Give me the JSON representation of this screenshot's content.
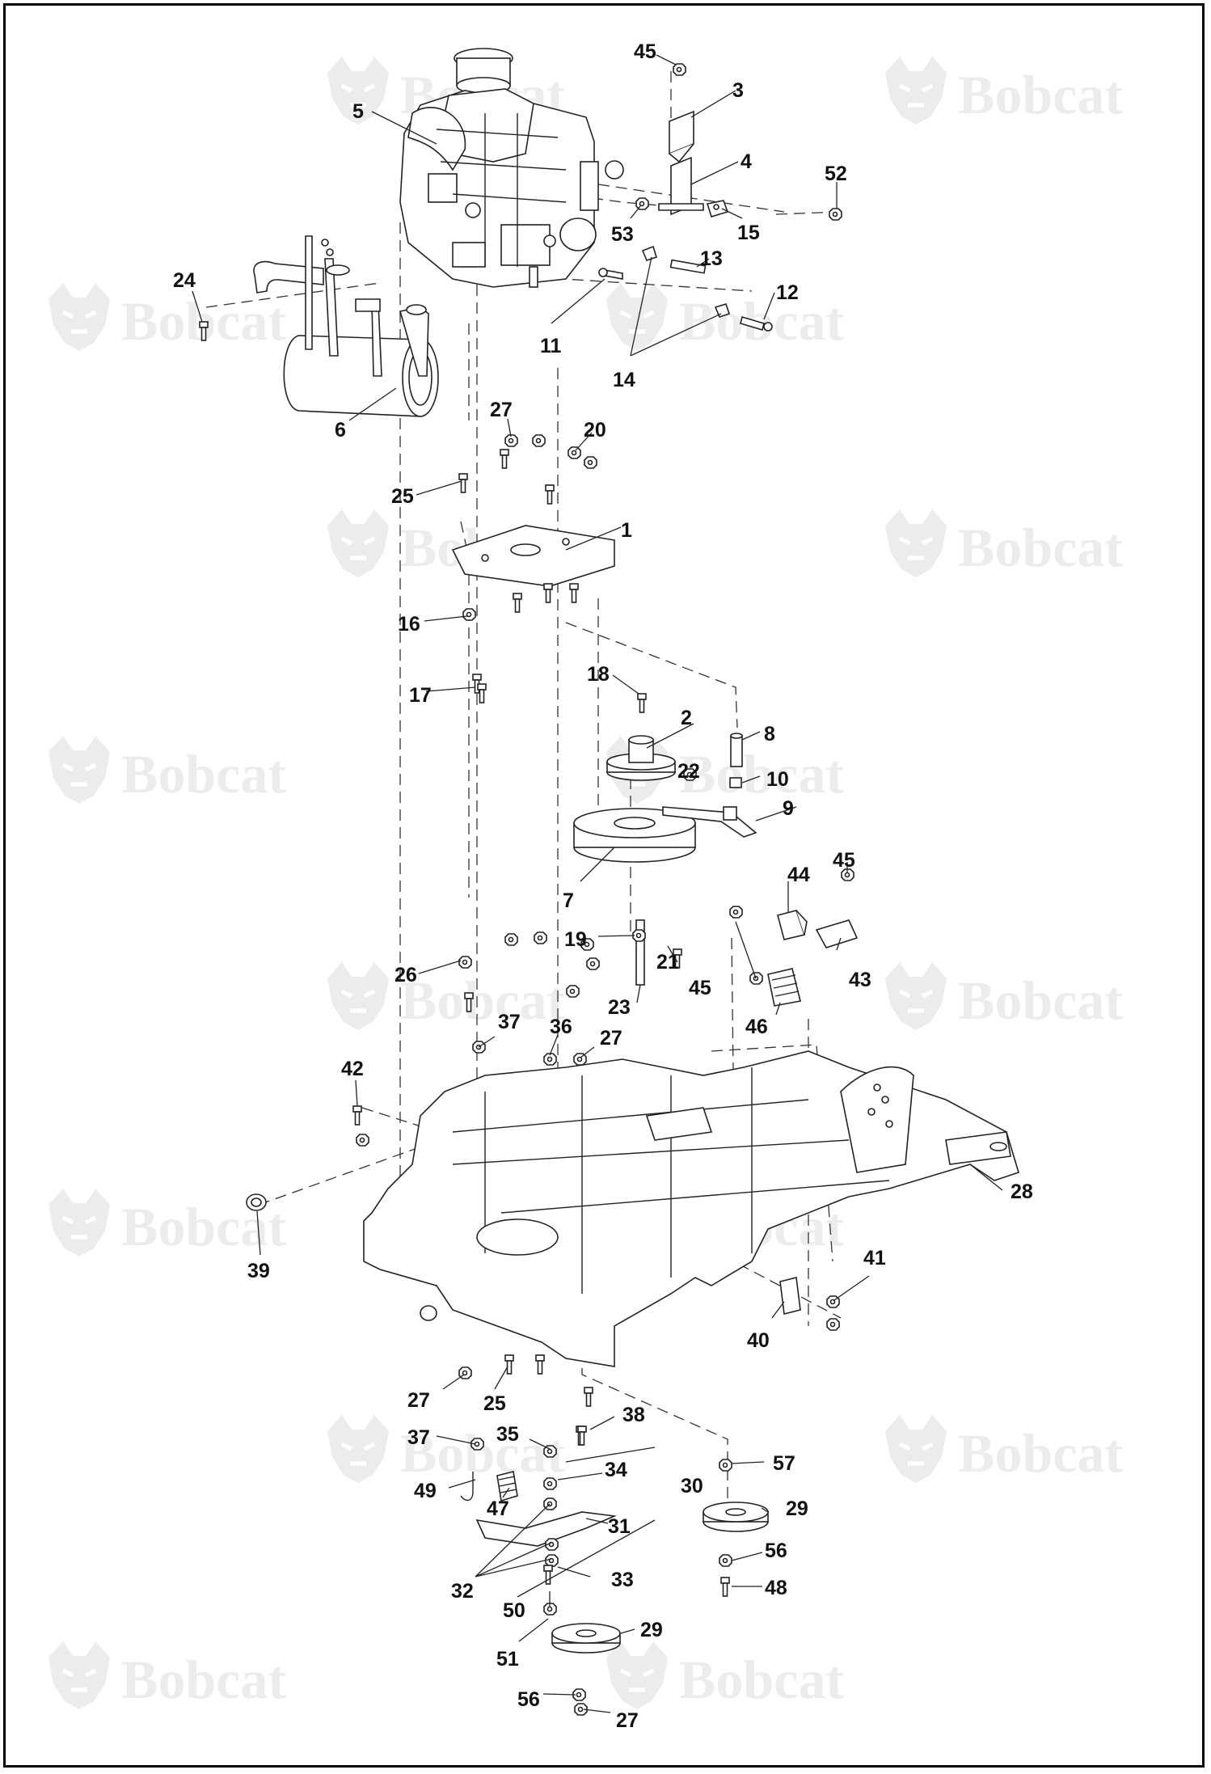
{
  "watermark": {
    "text": "Bobcat",
    "color": "#ececec"
  },
  "callouts": [
    {
      "id": "c45a",
      "label": "45"
    },
    {
      "id": "c3",
      "label": "3"
    },
    {
      "id": "c5",
      "label": "5"
    },
    {
      "id": "c4",
      "label": "4"
    },
    {
      "id": "c52",
      "label": "52"
    },
    {
      "id": "c53",
      "label": "53"
    },
    {
      "id": "c15",
      "label": "15"
    },
    {
      "id": "c24",
      "label": "24"
    },
    {
      "id": "c13",
      "label": "13"
    },
    {
      "id": "c12",
      "label": "12"
    },
    {
      "id": "c11",
      "label": "11"
    },
    {
      "id": "c14",
      "label": "14"
    },
    {
      "id": "c6",
      "label": "6"
    },
    {
      "id": "c27a",
      "label": "27"
    },
    {
      "id": "c20",
      "label": "20"
    },
    {
      "id": "c25a",
      "label": "25"
    },
    {
      "id": "c1",
      "label": "1"
    },
    {
      "id": "c16",
      "label": "16"
    },
    {
      "id": "c17",
      "label": "17"
    },
    {
      "id": "c18",
      "label": "18"
    },
    {
      "id": "c2",
      "label": "2"
    },
    {
      "id": "c8",
      "label": "8"
    },
    {
      "id": "c22",
      "label": "22"
    },
    {
      "id": "c10",
      "label": "10"
    },
    {
      "id": "c9",
      "label": "9"
    },
    {
      "id": "c45b",
      "label": "45"
    },
    {
      "id": "c44",
      "label": "44"
    },
    {
      "id": "c7",
      "label": "7"
    },
    {
      "id": "c19",
      "label": "19"
    },
    {
      "id": "c21",
      "label": "21"
    },
    {
      "id": "c43",
      "label": "43"
    },
    {
      "id": "c26",
      "label": "26"
    },
    {
      "id": "c45c",
      "label": "45"
    },
    {
      "id": "c23",
      "label": "23"
    },
    {
      "id": "c46",
      "label": "46"
    },
    {
      "id": "c37a",
      "label": "37"
    },
    {
      "id": "c36",
      "label": "36"
    },
    {
      "id": "c27b",
      "label": "27"
    },
    {
      "id": "c42",
      "label": "42"
    },
    {
      "id": "c28",
      "label": "28"
    },
    {
      "id": "c39",
      "label": "39"
    },
    {
      "id": "c41",
      "label": "41"
    },
    {
      "id": "c40",
      "label": "40"
    },
    {
      "id": "c27c",
      "label": "27"
    },
    {
      "id": "c25b",
      "label": "25"
    },
    {
      "id": "c38",
      "label": "38"
    },
    {
      "id": "c37b",
      "label": "37"
    },
    {
      "id": "c35",
      "label": "35"
    },
    {
      "id": "c57",
      "label": "57"
    },
    {
      "id": "c34",
      "label": "34"
    },
    {
      "id": "c30",
      "label": "30"
    },
    {
      "id": "c49",
      "label": "49"
    },
    {
      "id": "c47",
      "label": "47"
    },
    {
      "id": "c29a",
      "label": "29"
    },
    {
      "id": "c31",
      "label": "31"
    },
    {
      "id": "c56a",
      "label": "56"
    },
    {
      "id": "c33",
      "label": "33"
    },
    {
      "id": "c32",
      "label": "32"
    },
    {
      "id": "c48",
      "label": "48"
    },
    {
      "id": "c50",
      "label": "50"
    },
    {
      "id": "c29b",
      "label": "29"
    },
    {
      "id": "c51",
      "label": "51"
    },
    {
      "id": "c56b",
      "label": "56"
    },
    {
      "id": "c27d",
      "label": "27"
    }
  ]
}
